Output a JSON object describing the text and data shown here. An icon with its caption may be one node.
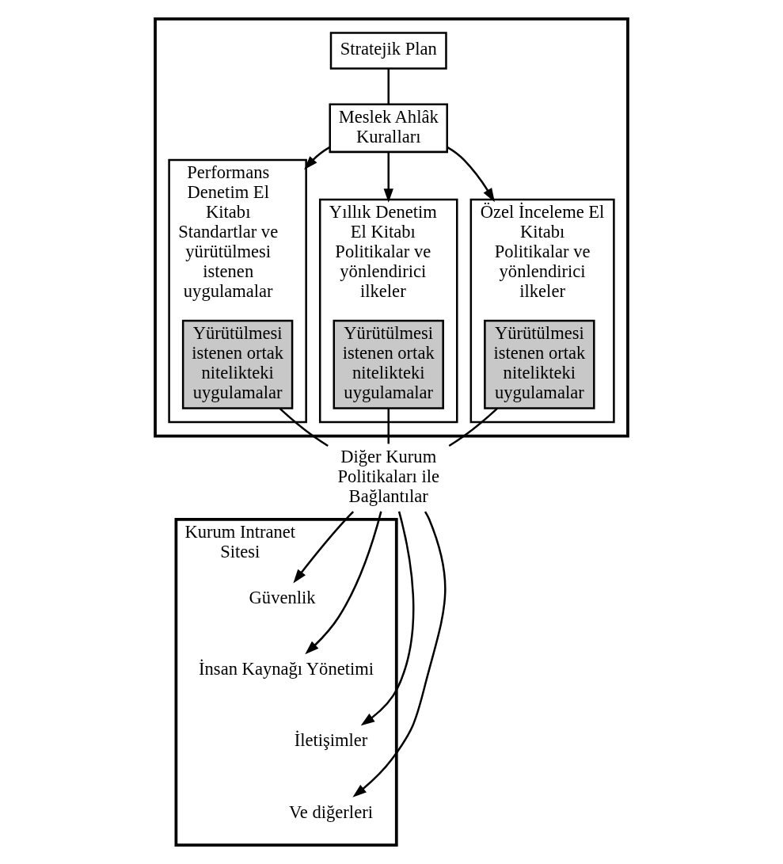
{
  "diagram": {
    "nodes": [
      {
        "text": [],
        "shape": "box"
      },
      {
        "text": [
          "Stratejik Plan"
        ],
        "in": 0
      },
      {
        "text": [
          "Meslek Ahlâk Kuralları"
        ],
        "in": 0
      },
      {
        "text": [
          "Performans Denetim El Kitabı",
          "Standartlar ve yürütülmesi istenen uygulamalar"
        ],
        "in": 0
      },
      {
        "text": [
          "Yürütülmesi istenen ortak nitelikteki uygulamalar"
        ],
        "in": 3
      },
      {
        "text": [
          "Yıllık Denetim El Kitabı",
          "Politikalar ve yönlendirici ilkeler"
        ],
        "in": 0
      },
      {
        "text": [
          "Yürütülmesi istenen ortak nitelikteki uygulamalar"
        ],
        "in": 5
      },
      {
        "text": [
          "Özel İnceleme El Kitabı",
          "Politikalar ve yönlendirici ilkeler"
        ],
        "in": 0
      },
      {
        "text": [
          "Yürütülmesi istenen ortak nitelikteki uygulamalar"
        ],
        "in": 7
      },
      {
        "text": [
          "Diğer Kurum Politikaları ile Bağlantılar"
        ]
      },
      {
        "text": [
          "Kurum Intranet Sitesi"
        ]
      },
      {
        "text": [
          "Güvenlik"
        ],
        "in": 10
      },
      {
        "text": [
          "İnsan Kaynağı Yönetimi"
        ],
        "in": 10
      },
      {
        "text": [
          "İletişimler"
        ],
        "in": 10
      },
      {
        "text": [
          "Ve diğerleri"
        ],
        "in": 10
      }
    ],
    "edges": [
      {
        "from": 1,
        "to": 2,
        "arrow": "none"
      },
      {
        "from": 2,
        "to": 3,
        "arrow": "to"
      },
      {
        "from": 2,
        "to": 5,
        "arrow": "to"
      },
      {
        "from": 2,
        "to": 7,
        "arrow": "to"
      },
      {
        "from": 4,
        "to": 9,
        "arrow": "none"
      },
      {
        "from": 6,
        "to": 9,
        "arrow": "none"
      },
      {
        "from": 8,
        "to": 9,
        "arrow": "none"
      },
      {
        "from": 9,
        "to": 11,
        "arrow": "to"
      },
      {
        "from": 9,
        "to": 12,
        "arrow": "to"
      },
      {
        "from": 9,
        "to": 13,
        "arrow": "to"
      },
      {
        "from": 9,
        "to": 14,
        "arrow": "to"
      }
    ]
  }
}
